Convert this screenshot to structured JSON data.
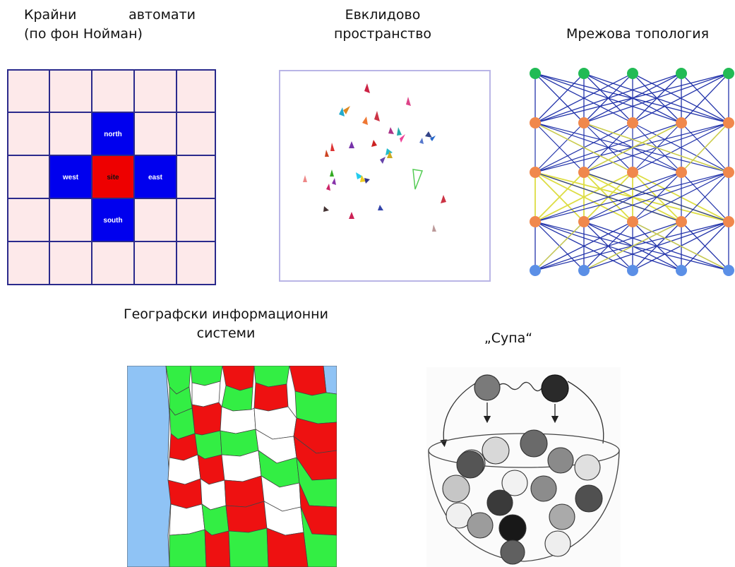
{
  "captions": {
    "cellular_line1_a": "Крайни",
    "cellular_line1_b": "автомати",
    "cellular_line2": "(по фон Нойман)",
    "euclid_line1": "Евклидово",
    "euclid_line2": "пространство",
    "network": "Мрежова топология",
    "gis_line1": "Географски информационни",
    "gis_line2": "системи",
    "soup": "„Супа“"
  },
  "neighborhood": {
    "north": "north",
    "west": "west",
    "site": "site",
    "east": "east",
    "south": "south"
  },
  "colors": {
    "grid_cell": "#fde9ea",
    "grid_line": "#2a2a8c",
    "neighbor": "#0000ee",
    "site": "#ee0000",
    "gis_water": "#8fc3f5",
    "gis_green": "#33ee44",
    "gis_red": "#ee1111"
  }
}
